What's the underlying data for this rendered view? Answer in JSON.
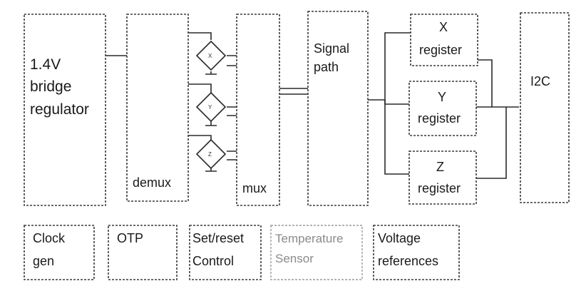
{
  "blocks": {
    "regulator": [
      "1.4V",
      "bridge",
      "regulator"
    ],
    "demux": "demux",
    "mux": "mux",
    "signal_path": [
      "Signal",
      "path"
    ],
    "x_register": [
      "X",
      "register"
    ],
    "y_register": [
      "Y",
      "register"
    ],
    "z_register": [
      "Z",
      "register"
    ],
    "i2c": "I2C"
  },
  "sensors": {
    "x": "X",
    "y": "Y",
    "z": "Z"
  },
  "bottom_blocks": {
    "clock_gen": [
      "Clock",
      "gen"
    ],
    "otp": "OTP",
    "set_reset": [
      "Set/reset",
      "Control"
    ],
    "temperature_sensor": [
      "Temperature",
      "Sensor"
    ],
    "voltage_references": [
      "Voltage",
      "references"
    ]
  }
}
